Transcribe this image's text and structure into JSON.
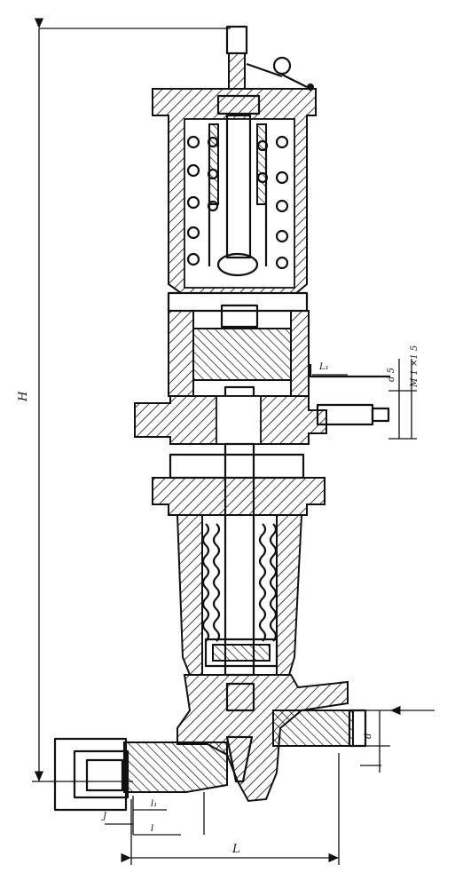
{
  "labels": {
    "height": "H",
    "length": "L",
    "l1_side": "L₁",
    "l_bottom": "l",
    "l1_bottom": "l₁",
    "j": "J",
    "d_inlet": "d",
    "d5": "d 5",
    "thread": "M 1 ×1 5"
  },
  "colors": {
    "ink": "#111111",
    "paper": "#ffffff"
  }
}
